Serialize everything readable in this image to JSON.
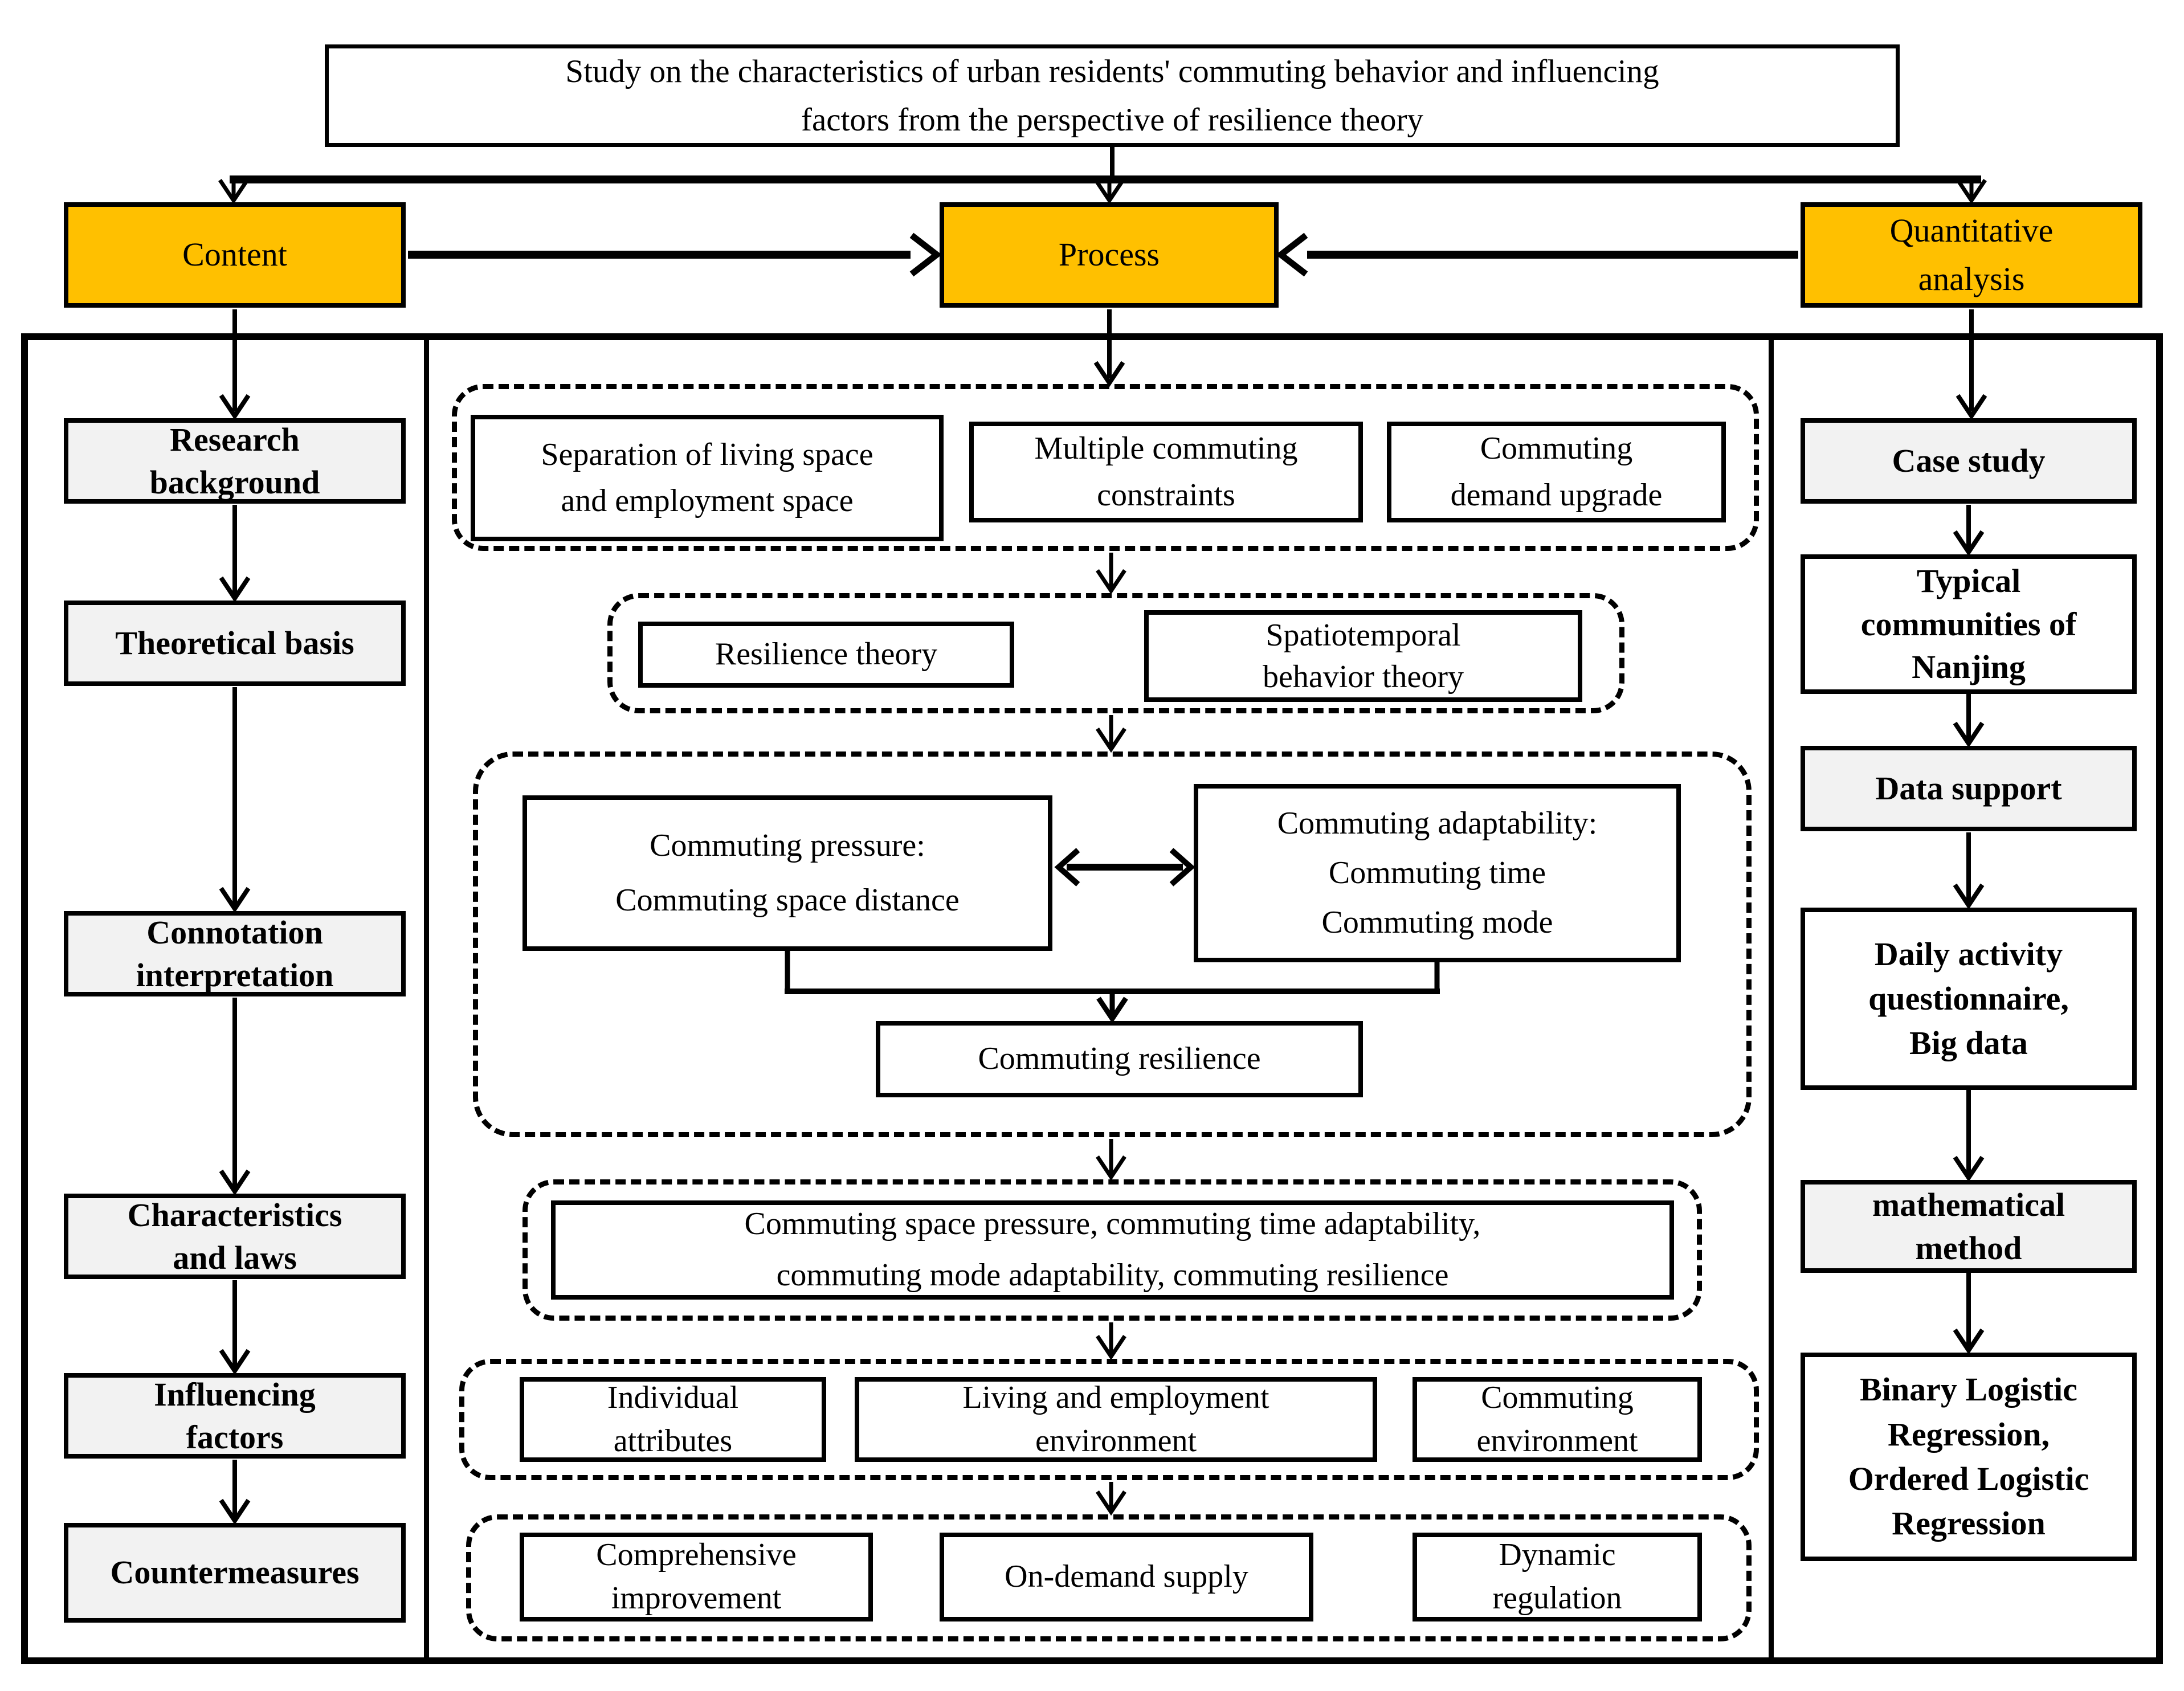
{
  "title": "Study on the characteristics of urban residents' commuting behavior and  influencing\nfactors from the perspective of resilience theory",
  "branches": {
    "content": "Content",
    "process": "Process",
    "quantitative": "Quantitative\nanalysis"
  },
  "content_column": {
    "items": [
      "Research\nbackground",
      "Theoretical basis",
      "Connotation\ninterpretation",
      "Characteristics\nand laws",
      "Influencing\nfactors",
      "Countermeasures"
    ]
  },
  "process_column": {
    "groups": [
      {
        "boxes": [
          "Separation of living space\nand employment space",
          "Multiple commuting\nconstraints",
          "Commuting\ndemand upgrade"
        ]
      },
      {
        "boxes": [
          "Resilience  theory",
          "Spatiotemporal\nbehavior theory"
        ]
      },
      {
        "boxes": [
          "Commuting pressure:\nCommuting space distance",
          "Commuting adaptability:\nCommuting time\nCommuting mode",
          "Commuting resilience"
        ]
      },
      {
        "boxes": [
          "Commuting space pressure, commuting time adaptability,\ncommuting mode adaptability, commuting resilience"
        ]
      },
      {
        "boxes": [
          "Individual\nattributes",
          "Living and employment\nenvironment",
          "Commuting\nenvironment"
        ]
      },
      {
        "boxes": [
          "Comprehensive\nimprovement",
          "On-demand supply",
          "Dynamic\nregulation"
        ]
      }
    ]
  },
  "quantitative_column": {
    "items": [
      "Case study",
      "Typical\ncommunities  of\nNanjing",
      "Data support",
      "Daily activity\nquestionnaire,\nBig data",
      "mathematical\nmethod",
      "Binary Logistic\nRegression,\nOrdered Logistic\nRegression"
    ]
  },
  "colors": {
    "branch_accent": "#FFC000",
    "box_gray": "#F2F2F2",
    "box_white": "#FFFFFF",
    "line": "#000000"
  }
}
